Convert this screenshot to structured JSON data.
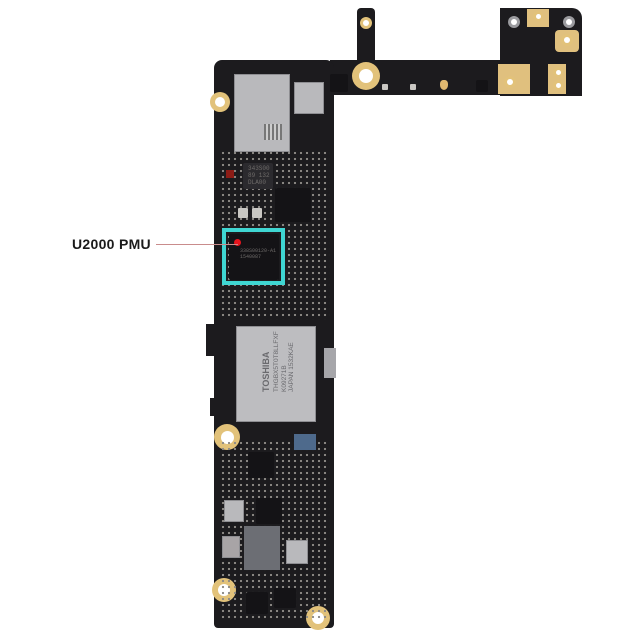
{
  "annotation": {
    "label": "U2000 PMU",
    "highlight_color": "#3fd6d2",
    "marker_color": "#e8141d",
    "leader_color": "#c98c8c"
  },
  "board": {
    "pmu_chip_text": "338S00120-A1\n1540087",
    "nand_brand": "TOSHIBA",
    "nand_text": "THGBX5T0T8LLFXF\nK09271B\nJAPAN 1532KAE",
    "top_chip_text": "343S00\n89 132\nDLA00"
  }
}
